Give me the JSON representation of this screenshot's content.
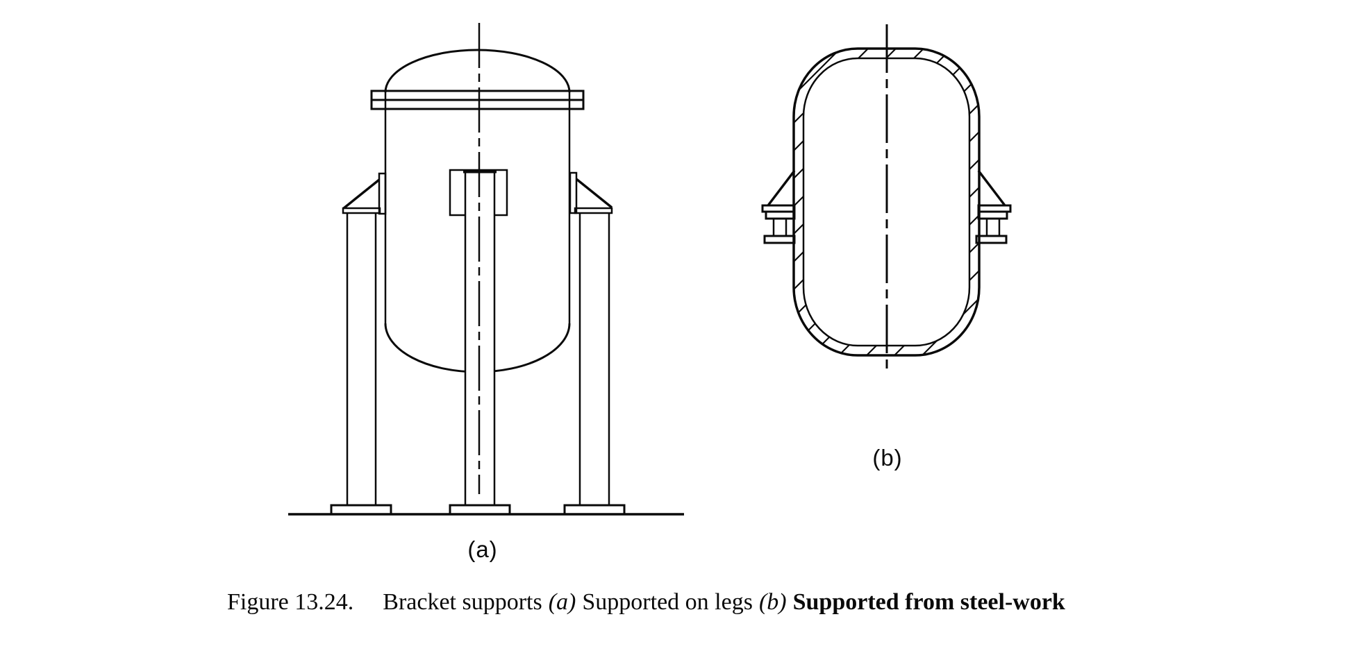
{
  "figure": {
    "drawing_a_label": "(a)",
    "drawing_b_label": "(b)",
    "caption": {
      "number": "Figure 13.24.",
      "lead": "Bracket supports",
      "marker_a": "(a)",
      "text_a": "Supported on legs",
      "marker_b": "(b)",
      "text_b": "Supported from steel-work"
    }
  },
  "colors": {
    "line": "#0a0a0a",
    "background": "#ffffff"
  }
}
